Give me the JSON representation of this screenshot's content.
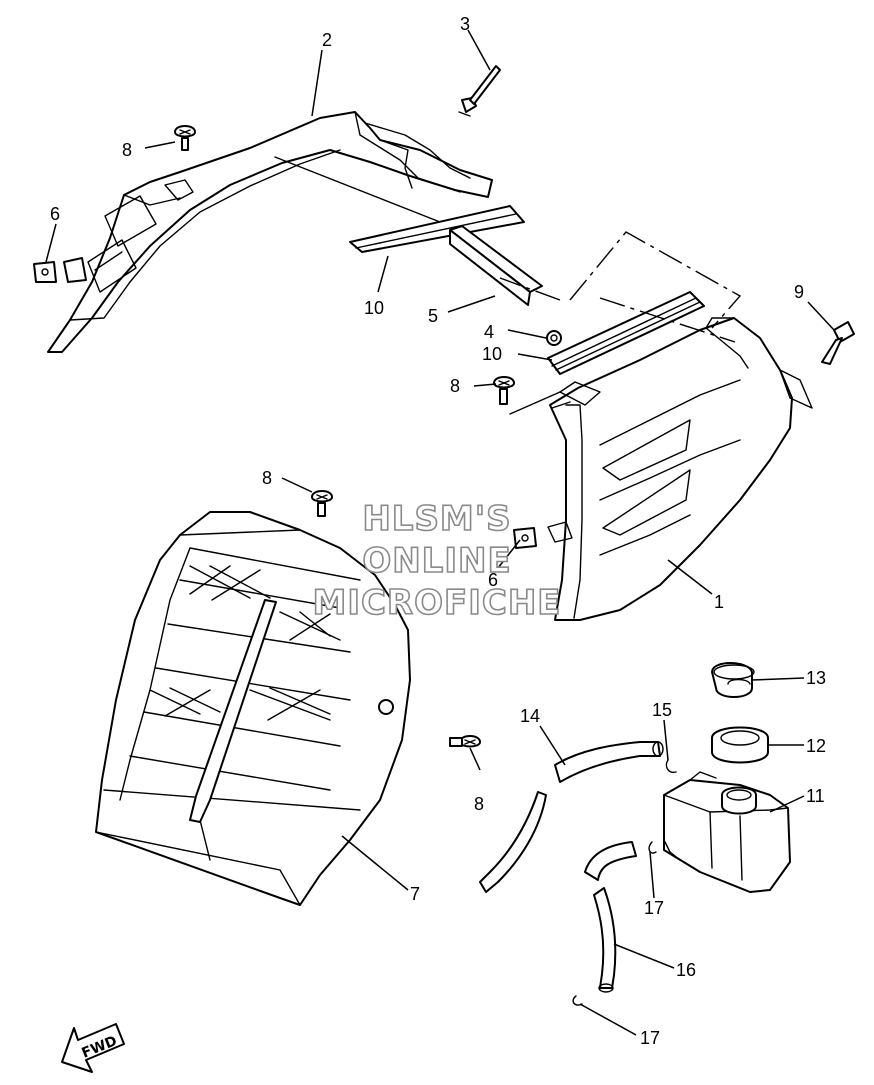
{
  "watermark": [
    "HLSM'S",
    "ONLINE",
    "MICROFICHE"
  ],
  "direction_label": "FWD",
  "callouts": [
    "2",
    "3",
    "8",
    "6",
    "10",
    "5",
    "4",
    "10",
    "8",
    "9",
    "8",
    "6",
    "1",
    "8",
    "13",
    "14",
    "15",
    "12",
    "11",
    "17",
    "7",
    "16",
    "17"
  ]
}
